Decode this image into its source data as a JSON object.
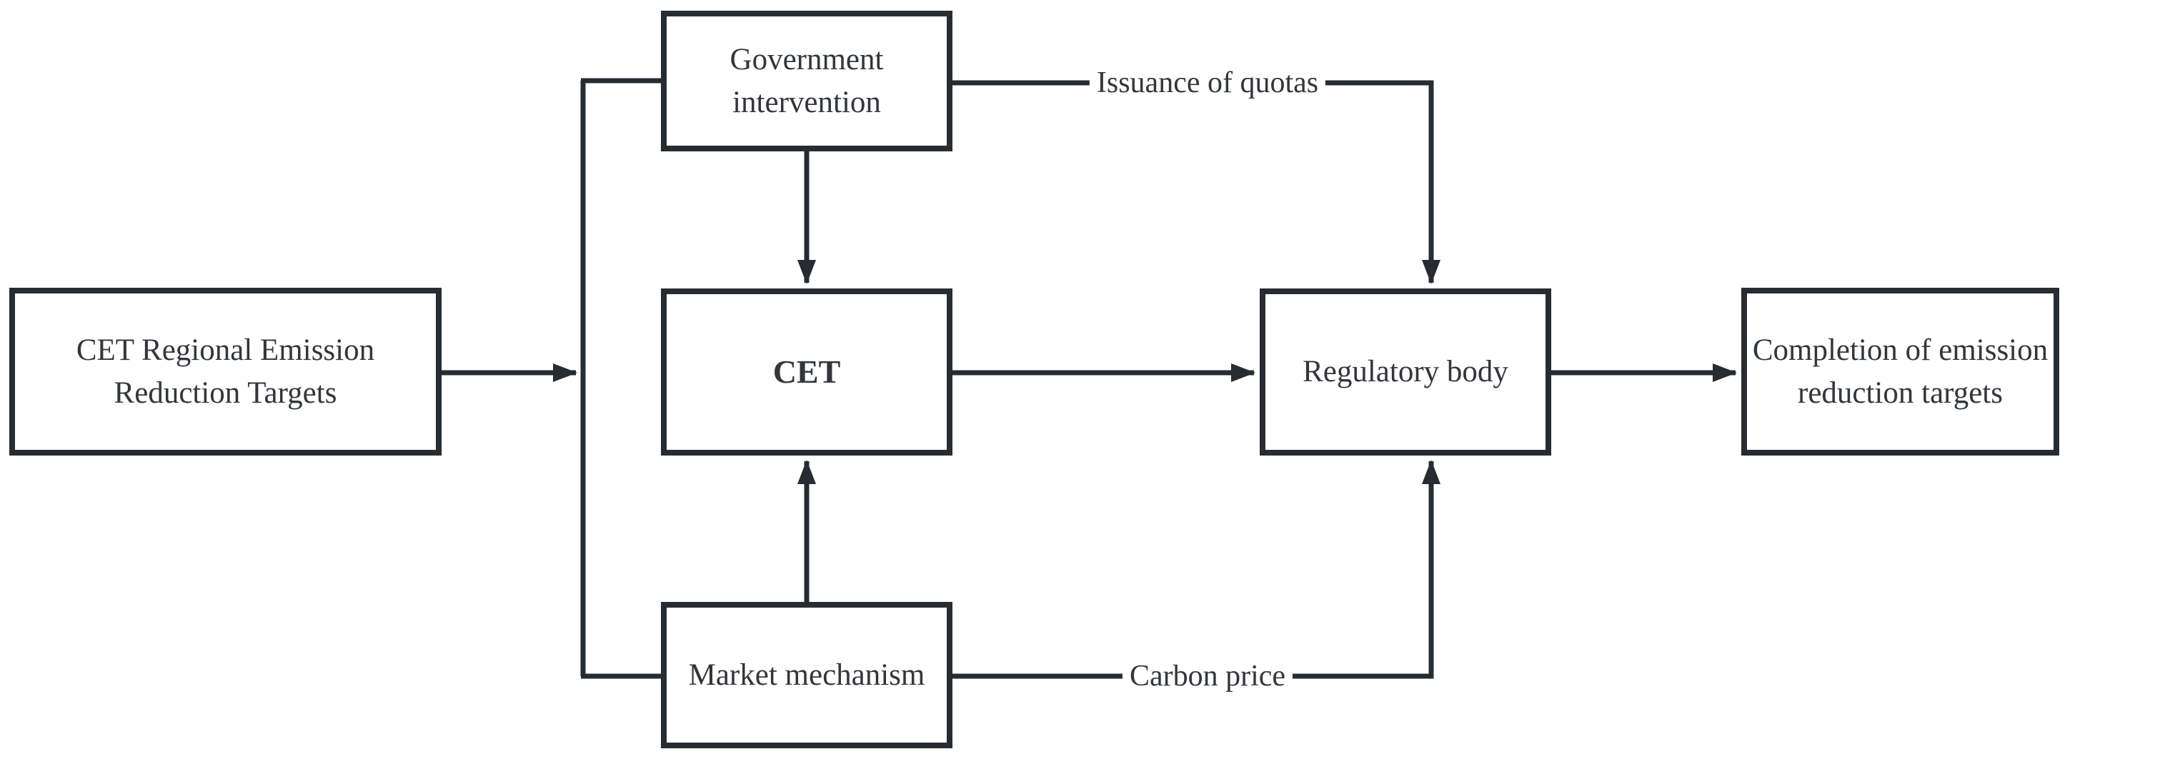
{
  "diagram": {
    "colors": {
      "line": "#272c33",
      "text": "#33363b",
      "background": "#ffffff"
    },
    "nodes": [
      {
        "id": "regional_targets",
        "label": "CET Regional Emission Reduction Targets"
      },
      {
        "id": "government_intervention",
        "label": "Government intervention"
      },
      {
        "id": "cet",
        "label": "CET"
      },
      {
        "id": "market_mechanism",
        "label": "Market mechanism"
      },
      {
        "id": "regulatory_body",
        "label": "Regulatory body"
      },
      {
        "id": "completion_targets",
        "label": "Completion of emission reduction targets"
      }
    ],
    "edge_labels": [
      {
        "id": "issuance_of_quotas",
        "text": "Issuance of quotas"
      },
      {
        "id": "carbon_price",
        "text": "Carbon price"
      }
    ],
    "edges": [
      {
        "from": "regional_targets",
        "to": "government_intervention_and_market_mechanism",
        "label": ""
      },
      {
        "from": "government_intervention",
        "to": "cet",
        "label": ""
      },
      {
        "from": "market_mechanism",
        "to": "cet",
        "label": ""
      },
      {
        "from": "government_intervention",
        "to": "regulatory_body",
        "label": "Issuance of quotas"
      },
      {
        "from": "market_mechanism",
        "to": "regulatory_body",
        "label": "Carbon price"
      },
      {
        "from": "cet",
        "to": "regulatory_body",
        "label": ""
      },
      {
        "from": "regulatory_body",
        "to": "completion_targets",
        "label": ""
      }
    ]
  }
}
